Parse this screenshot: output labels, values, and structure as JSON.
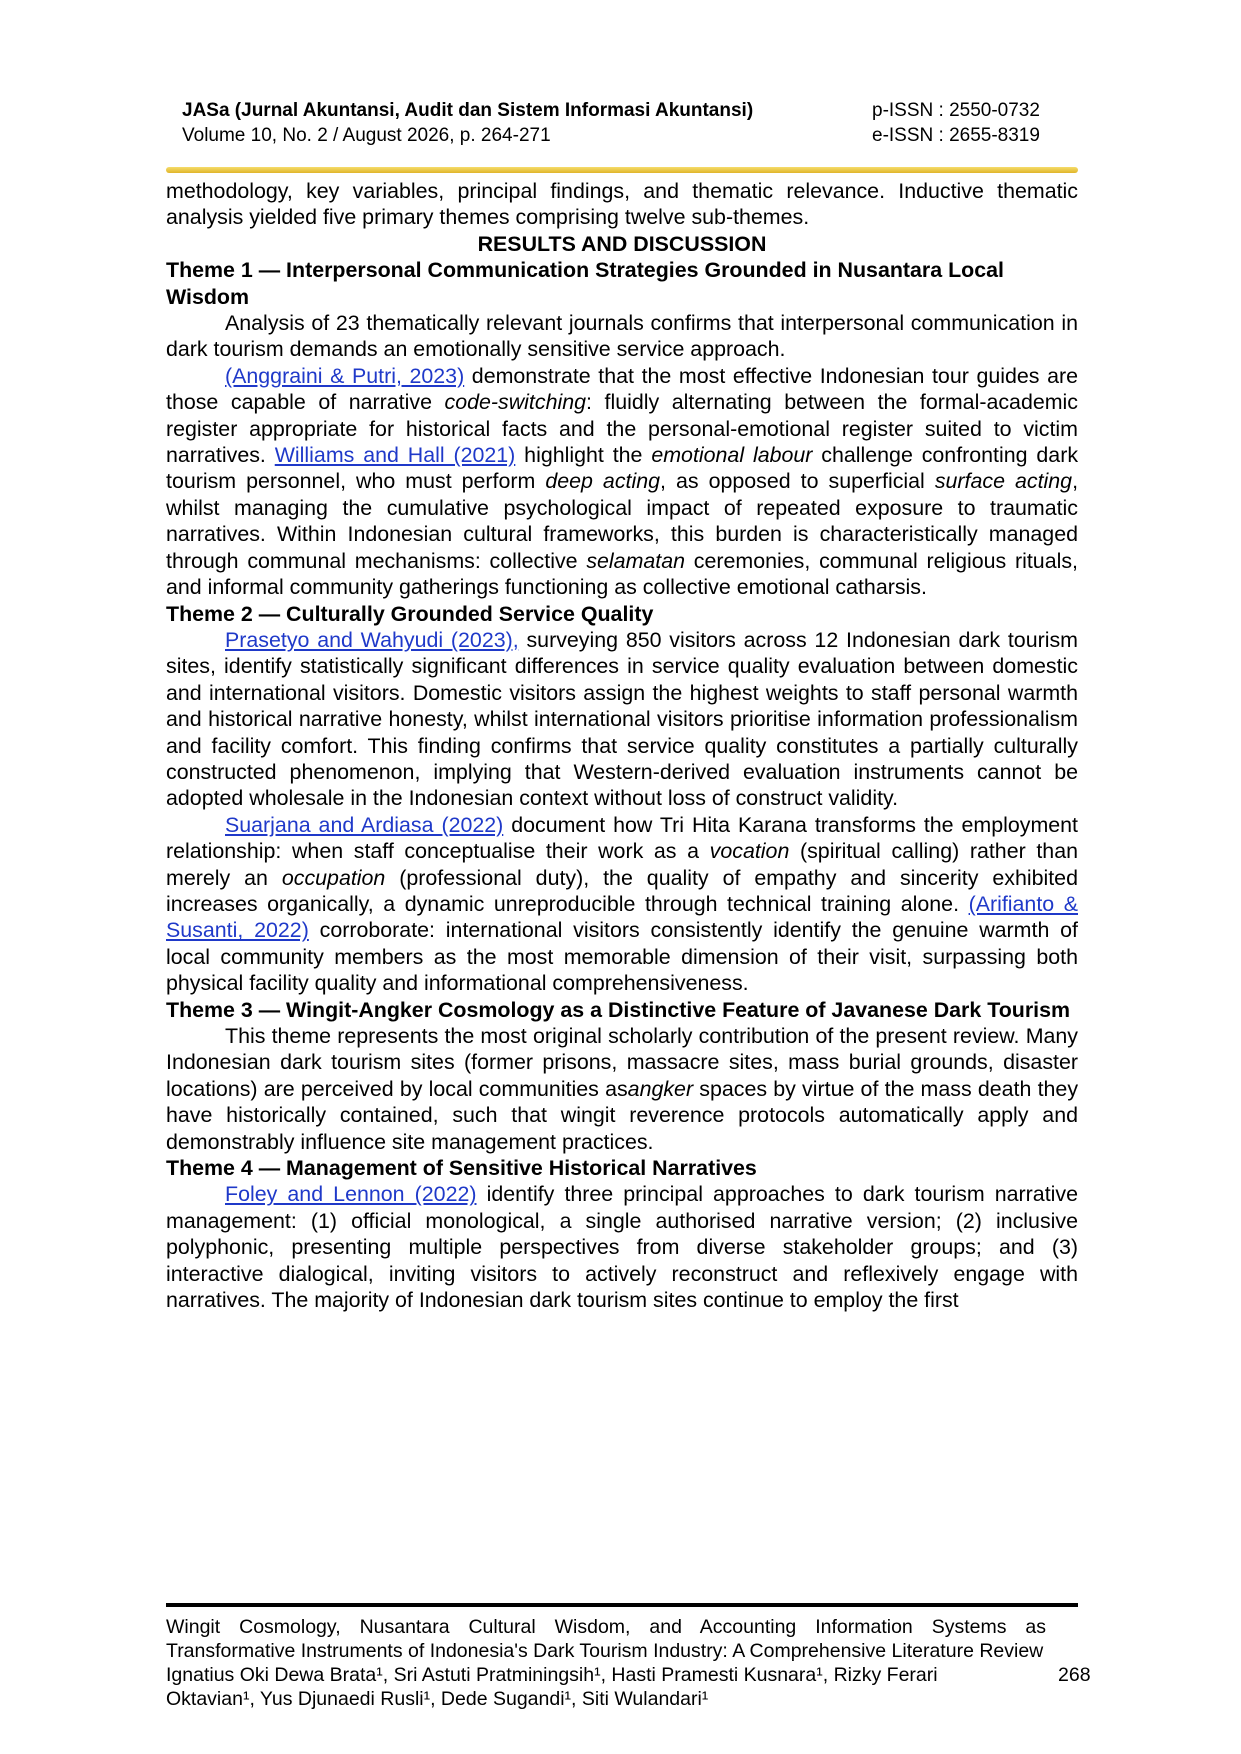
{
  "header": {
    "journal_title": "JASa (Jurnal Akuntansi, Audit dan Sistem Informasi Akuntansi)",
    "volume": "Volume 10, No. 2 / August 2026, p. 264-271",
    "p_issn": "p-ISSN : 2550-0732",
    "e_issn": "e-ISSN : 2655-8319"
  },
  "intro_text": "methodology, key variables, principal findings, and thematic relevance. Inductive thematic analysis yielded five primary themes comprising twelve sub-themes.",
  "section_title": "RESULTS AND DISCUSSION",
  "theme1": {
    "title": "Theme 1 — Interpersonal Communication Strategies Grounded in Nusantara Local Wisdom",
    "p1": "Analysis of 23 thematically relevant journals confirms that interpersonal communication in dark tourism demands an emotionally sensitive service approach.",
    "ref_anggraini": "(Anggraini & Putri, 2023)",
    "p2_a": " demonstrate that the most effective Indonesian tour guides are those capable of narrative ",
    "em_code_switching": "code-switching",
    "p2_b": ": fluidly alternating between the formal-academic register appropriate for historical facts and the personal-emotional register suited to victim narratives. ",
    "ref_williams": "Williams and Hall (2021)",
    "p2_c": " highlight the ",
    "em_emotional_labour": "emotional labour",
    "p2_d": " challenge confronting dark tourism personnel, who must perform ",
    "em_deep_acting": "deep acting",
    "p2_e": ", as opposed to superficial ",
    "em_surface_acting": "surface acting",
    "p2_f": ", whilst managing the cumulative psychological impact of repeated exposure to traumatic narratives. Within Indonesian cultural frameworks, this burden is characteristically managed through communal mechanisms: collective ",
    "em_selamatan": "selamatan",
    "p2_g": " ceremonies, communal religious rituals, and informal community gatherings functioning as collective emotional catharsis."
  },
  "theme2": {
    "title": "Theme 2 — Culturally Grounded Service Quality",
    "ref_prasetyo": "Prasetyo and Wahyudi (2023),",
    "p1": " surveying 850 visitors across 12 Indonesian dark tourism sites, identify statistically significant differences in service quality evaluation between domestic and international visitors. Domestic visitors assign the highest weights to staff personal warmth and historical narrative honesty, whilst international visitors prioritise information professionalism and facility comfort. This finding confirms that service quality constitutes a partially culturally constructed phenomenon, implying that Western-derived evaluation instruments cannot be adopted wholesale in the Indonesian context without loss of construct validity.",
    "ref_suarjana": "Suarjana and Ardiasa (2022)",
    "p2_a": " document how Tri Hita Karana transforms the employment relationship: when staff conceptualise their work as a ",
    "em_vocation": "vocation",
    "p2_b": " (spiritual calling) rather than merely an ",
    "em_occupation": "occupation",
    "p2_c": " (professional duty), the quality of empathy and sincerity exhibited increases organically, a dynamic unreproducible through technical training alone. ",
    "ref_arifianto": "(Arifianto & Susanti, 2022)",
    "p2_d": " corroborate: international visitors consistently identify the genuine warmth of local community members as the most memorable dimension of their visit, surpassing both physical facility quality and informational comprehensiveness."
  },
  "theme3": {
    "title": "Theme 3 — Wingit-Angker Cosmology as a Distinctive Feature of Javanese Dark Tourism",
    "p1_a": "This theme represents the most original scholarly contribution of the present review. Many Indonesian dark tourism sites (former prisons, massacre sites, mass burial grounds, disaster locations) are perceived by local communities as",
    "em_angker": "angker",
    "p1_b": " spaces by virtue of the mass death they have historically contained, such that wingit reverence protocols automatically apply and demonstrably influence site management practices."
  },
  "theme4": {
    "title": "Theme 4 — Management of Sensitive Historical Narratives",
    "ref_foley": "Foley and Lennon (2022)",
    "p1": " identify three principal approaches to dark tourism narrative management: (1) official monological, a single authorised narrative version; (2) inclusive polyphonic, presenting multiple perspectives from diverse stakeholder groups; and (3) interactive dialogical, inviting visitors to actively reconstruct and reflexively engage with narratives. The majority of Indonesian dark tourism sites continue to employ the first"
  },
  "footer": {
    "article_title": "Wingit Cosmology, Nusantara Cultural Wisdom, and Accounting Information Systems as Transformative Instruments of Indonesia's Dark Tourism Industry: A Comprehensive Literature Review",
    "authors_line1": "Ignatius Oki Dewa Brata¹, Sri Astuti Pratminingsih¹, Hasti Pramesti Kusnara¹, Rizky Ferari",
    "authors_line2": "Oktavian¹, Yus Djunaedi Rusli¹, Dede Sugandi¹, Siti Wulandari¹",
    "page_number": "268"
  }
}
